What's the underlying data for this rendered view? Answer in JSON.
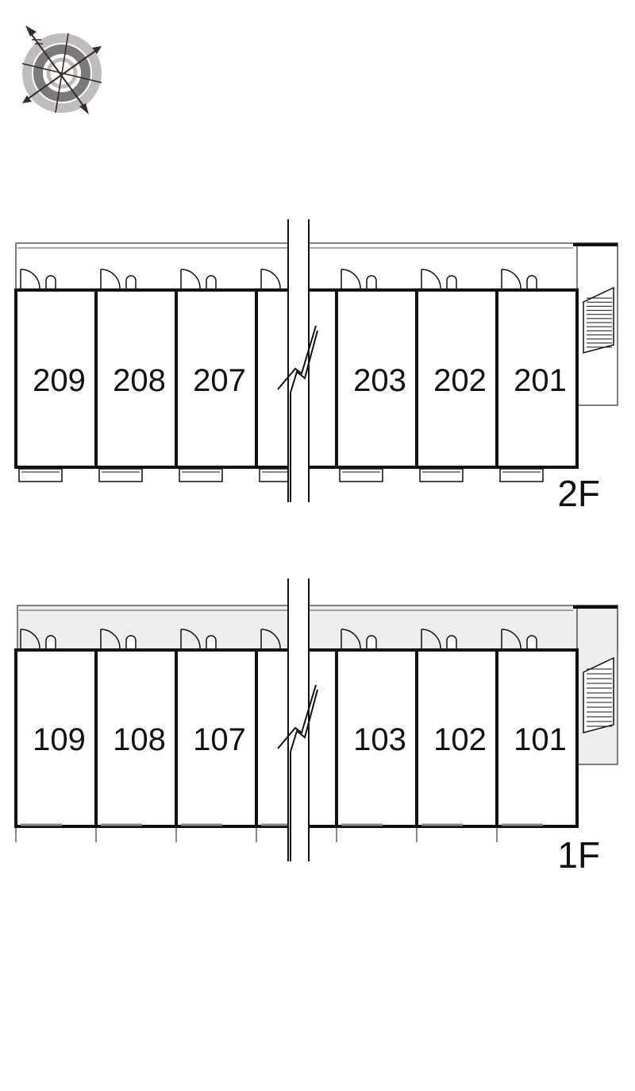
{
  "compass": {
    "icon": "compass-rose-icon"
  },
  "floors": [
    {
      "id": "floor-2",
      "label": "2F",
      "units": [
        "209",
        "208",
        "207",
        "",
        "203",
        "202",
        "201"
      ]
    },
    {
      "id": "floor-1",
      "label": "1F",
      "units": [
        "109",
        "108",
        "107",
        "",
        "103",
        "102",
        "101"
      ]
    }
  ],
  "colors": {
    "wall": "#111111",
    "corridor_fill": "#ededed",
    "corridor_line": "#555555",
    "compass_outer": "#bdbdbd",
    "compass_inner": "#7a7a7a",
    "compass_arrow": "#3a2a2a"
  }
}
